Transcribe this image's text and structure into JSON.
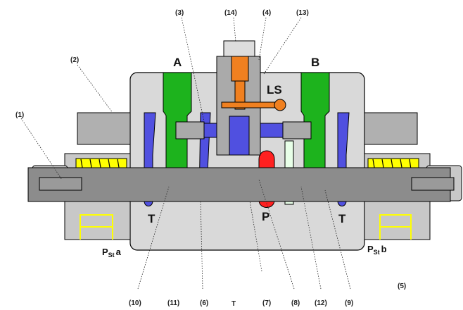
{
  "labels": {
    "c1": "(1)",
    "c2": "(2)",
    "c3": "(3)",
    "c4": "(4)",
    "c5": "(5)",
    "c6": "(6)",
    "c7": "(7)",
    "c8": "(8)",
    "c9": "(9)",
    "c10": "(10)",
    "c11": "(11)",
    "c12": "(12)",
    "c13": "(13)",
    "c14": "(14)",
    "t_bottom": "T"
  },
  "ports": {
    "A": "A",
    "B": "B",
    "P": "P",
    "T_left": "T",
    "T_right": "T",
    "LS": "LS"
  },
  "pilot": {
    "left_main": "P",
    "left_sub": "St",
    "left_suffix": "a",
    "right_main": "P",
    "right_sub": "St",
    "right_suffix": "b"
  },
  "colors": {
    "body": "#d9d9d9",
    "steel": "#8c8c8c",
    "work_port": "#1db31d",
    "pressure": "#ff2020",
    "tank": "#5050e0",
    "load_sense": "#f08020",
    "spring": "#ffff00"
  }
}
